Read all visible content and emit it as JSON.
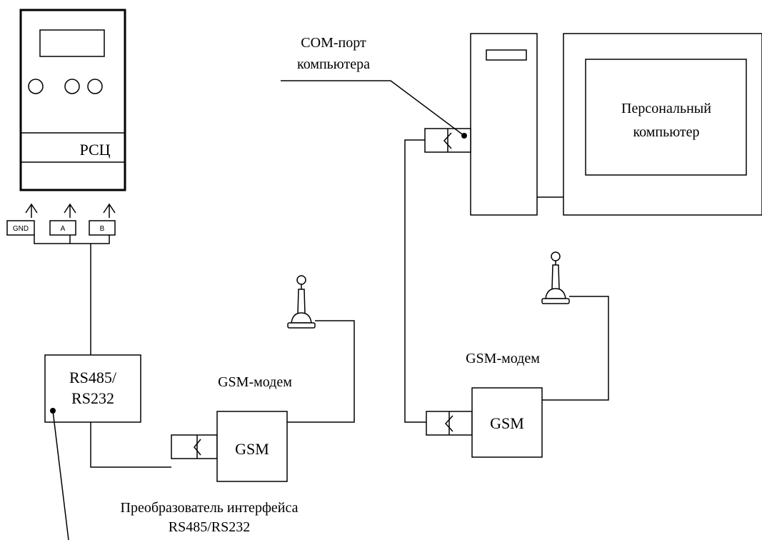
{
  "device": {
    "label": "РСЦ",
    "terminals": [
      "GND",
      "A",
      "B"
    ]
  },
  "converter": {
    "lines": [
      "RS485/",
      "RS232"
    ],
    "caption_lines": [
      "Преобразователь интерфейса",
      "RS485/RS232"
    ]
  },
  "modem_left": {
    "title": "GSM-модем",
    "box_label": "GSM"
  },
  "modem_right": {
    "title": "GSM-модем",
    "box_label": "GSM"
  },
  "computer": {
    "port_caption_lines": [
      "COM-порт",
      "компьютера"
    ],
    "monitor_lines": [
      "Персональный",
      "компьютер"
    ]
  }
}
